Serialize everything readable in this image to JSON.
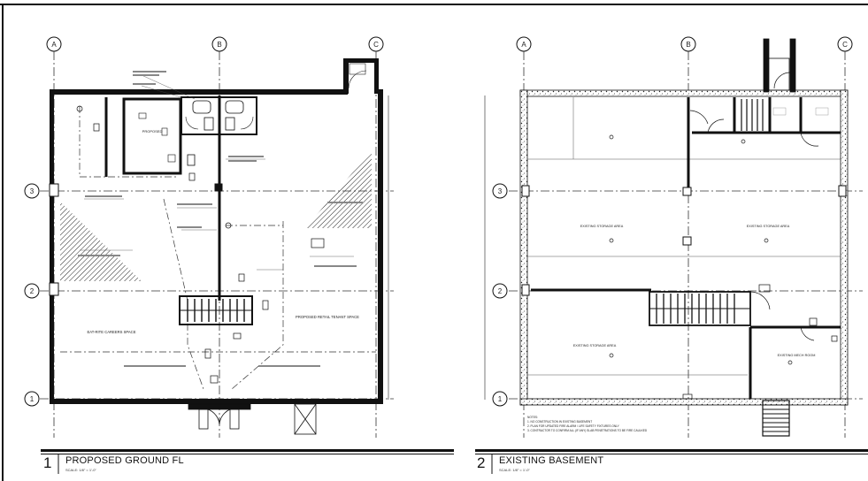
{
  "drawings": [
    {
      "number": "1",
      "title": "PROPOSED GROUND FL",
      "scale": "SCALE: 1/8\" = 1'-0\"",
      "grid_columns": [
        "A",
        "B",
        "C"
      ],
      "grid_rows": [
        "3",
        "2",
        "1"
      ],
      "rooms": [
        {
          "label": "PROPOSED"
        },
        {
          "label": "EAT-RITE CAREERS SPACE"
        },
        {
          "label": "PROPOSED RETAIL TENANT SPACE"
        }
      ]
    },
    {
      "number": "2",
      "title": "EXISTING BASEMENT",
      "scale": "SCALE: 1/8\" = 1'-0\"",
      "grid_columns": [
        "A",
        "B",
        "C"
      ],
      "grid_rows": [
        "3",
        "2",
        "1"
      ],
      "rooms": [
        {
          "label": "EXISTING STORAGE AREA"
        },
        {
          "label": "EXISTING STORAGE AREA"
        },
        {
          "label": "EXISTING STORAGE AREA"
        },
        {
          "label": "EXISTING MECH ROOM"
        }
      ],
      "notes": [
        "NOTES:",
        "1. NO CONSTRUCTION IN EXISTING BASEMENT",
        "2. PLAN FOR UPDATED FIRE ALARM / LIFE SAFETY FIXTURES ONLY",
        "3. CONTRACTOR TO CONFIRM ALL (IF ANY) SLAB PENETRATIONS TO BE FIRE CAULKED"
      ]
    }
  ]
}
